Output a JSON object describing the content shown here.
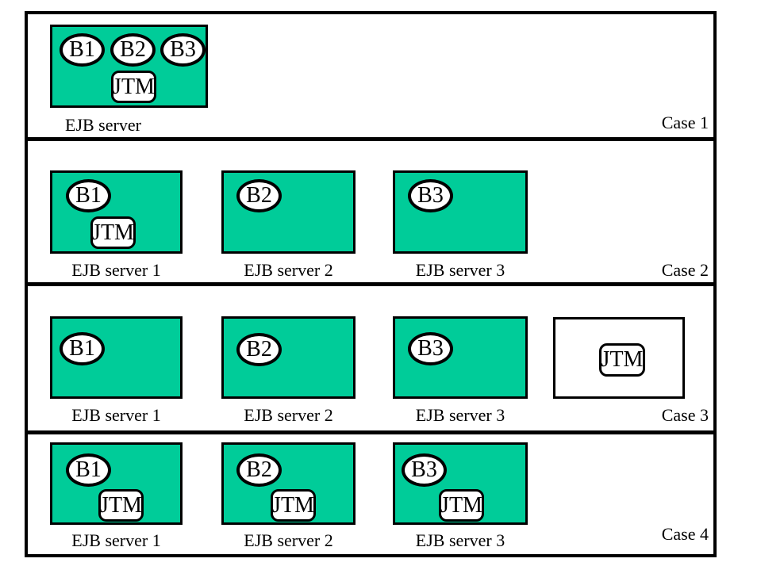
{
  "colors": {
    "server_fill": "#00CC99",
    "line": "#000000",
    "background": "#FFFFFF"
  },
  "jtm_label": "JTM",
  "cases": [
    {
      "label": "Case 1",
      "servers": [
        {
          "label": "EJB server",
          "beans": [
            "B1",
            "B2",
            "B3"
          ],
          "has_jtm": true
        }
      ]
    },
    {
      "label": "Case 2",
      "servers": [
        {
          "label": "EJB server 1",
          "beans": [
            "B1"
          ],
          "has_jtm": true
        },
        {
          "label": "EJB server 2",
          "beans": [
            "B2"
          ],
          "has_jtm": false
        },
        {
          "label": "EJB server 3",
          "beans": [
            "B3"
          ],
          "has_jtm": false
        }
      ]
    },
    {
      "label": "Case 3",
      "servers": [
        {
          "label": "EJB server 1",
          "beans": [
            "B1"
          ],
          "has_jtm": false
        },
        {
          "label": "EJB server 2",
          "beans": [
            "B2"
          ],
          "has_jtm": false
        },
        {
          "label": "EJB server 3",
          "beans": [
            "B3"
          ],
          "has_jtm": false
        },
        {
          "label": "",
          "beans": [],
          "has_jtm": true
        }
      ]
    },
    {
      "label": "Case 4",
      "servers": [
        {
          "label": "EJB server 1",
          "beans": [
            "B1"
          ],
          "has_jtm": true
        },
        {
          "label": "EJB server 2",
          "beans": [
            "B2"
          ],
          "has_jtm": true
        },
        {
          "label": "EJB server 3",
          "beans": [
            "B3"
          ],
          "has_jtm": true
        }
      ]
    }
  ]
}
